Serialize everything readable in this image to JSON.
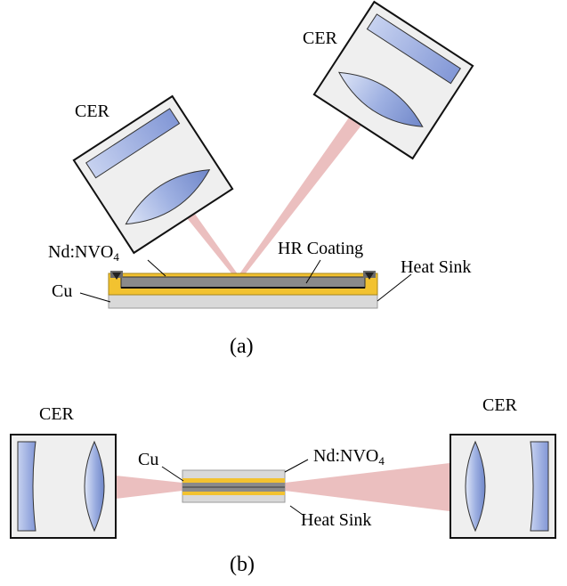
{
  "panel_a": {
    "caption": "(a)",
    "cer_left_label": "CER",
    "cer_right_label": "CER",
    "crystal_label_main": "Nd:NVO",
    "crystal_label_sub": "4",
    "coating_label": "HR Coating",
    "heat_sink_label": "Heat Sink",
    "cu_label": "Cu"
  },
  "panel_b": {
    "caption": "(b)",
    "cer_left_label": "CER",
    "cer_right_label": "CER",
    "cu_label": "Cu",
    "crystal_label_main": "Nd:NVO",
    "crystal_label_sub": "4",
    "heat_sink_label": "Heat Sink"
  },
  "colors": {
    "beam": "#e8b4b4",
    "enclosure_fill": "#efefef",
    "lens_fill": "#a9b8e4",
    "mirror_fill": "#a9b8e4",
    "crystal": "#8a8a8a",
    "copper": "#f2c230",
    "heat_sink": "#d9d9d9"
  }
}
